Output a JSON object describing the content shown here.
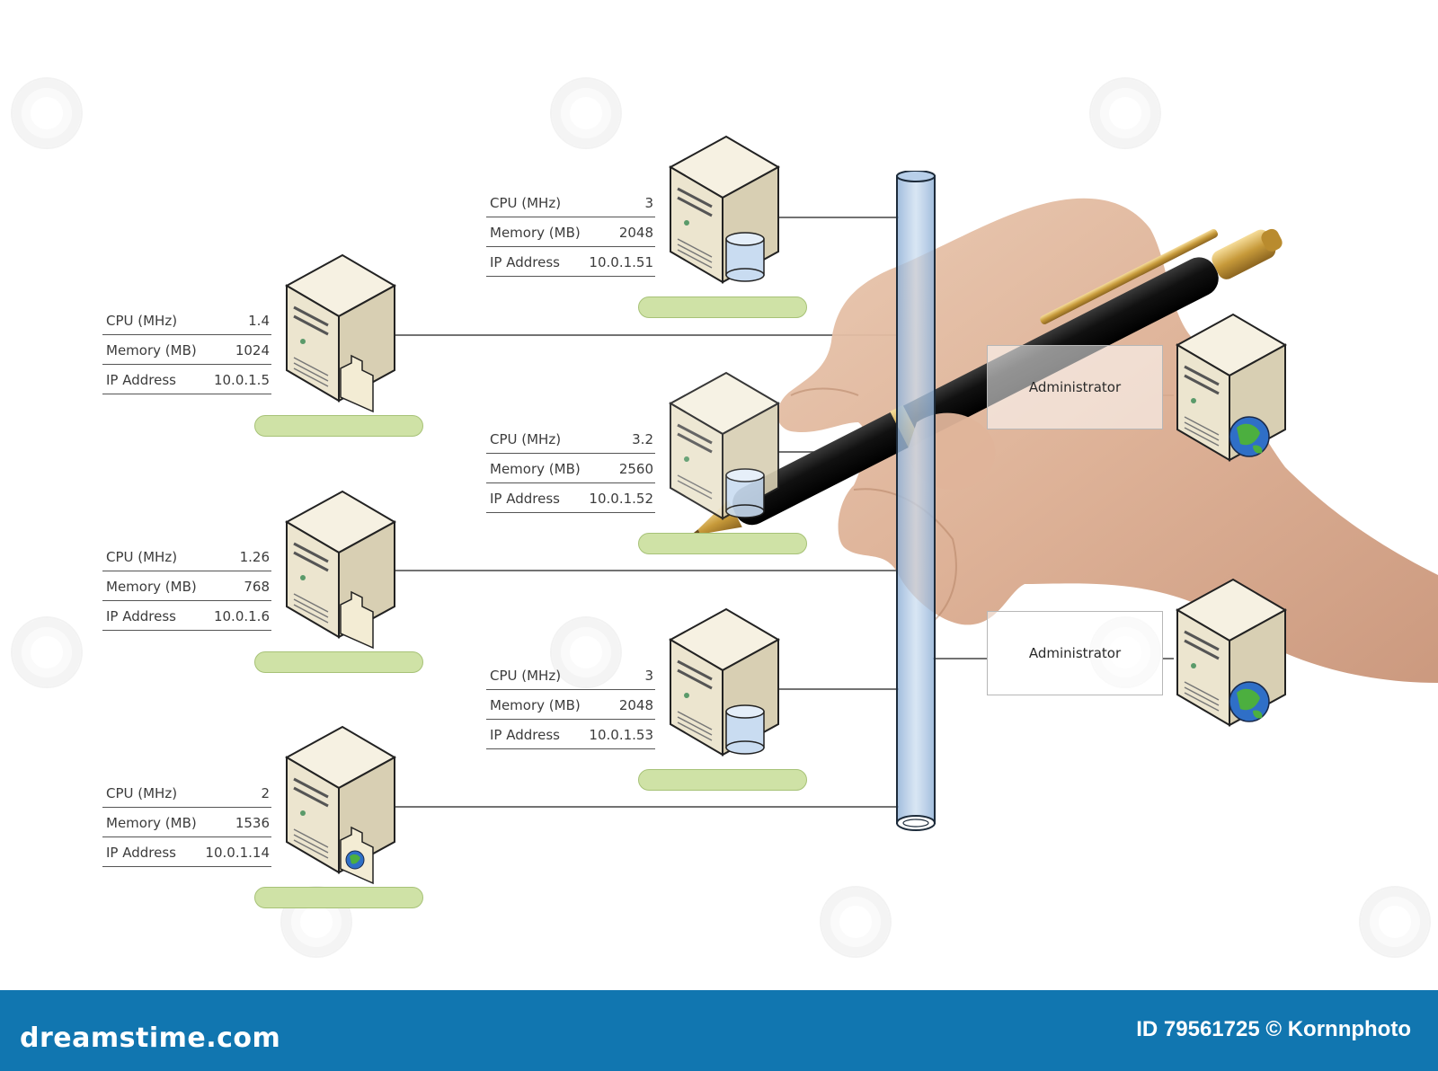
{
  "servers": [
    {
      "cpu_label": "CPU (MHz)",
      "cpu": "3",
      "mem_label": "Memory (MB)",
      "mem": "2048",
      "ip_label": "IP Address",
      "ip": "10.0.1.51",
      "role": "database"
    },
    {
      "cpu_label": "CPU (MHz)",
      "cpu": "1.4",
      "mem_label": "Memory (MB)",
      "mem": "1024",
      "ip_label": "IP Address",
      "ip": "10.0.1.5",
      "role": "file"
    },
    {
      "cpu_label": "CPU (MHz)",
      "cpu": "3.2",
      "mem_label": "Memory (MB)",
      "mem": "2560",
      "ip_label": "IP Address",
      "ip": "10.0.1.52",
      "role": "database"
    },
    {
      "cpu_label": "CPU (MHz)",
      "cpu": "1.26",
      "mem_label": "Memory (MB)",
      "mem": "768",
      "ip_label": "IP Address",
      "ip": "10.0.1.6",
      "role": "file"
    },
    {
      "cpu_label": "CPU (MHz)",
      "cpu": "3",
      "mem_label": "Memory (MB)",
      "mem": "2048",
      "ip_label": "IP Address",
      "ip": "10.0.1.53",
      "role": "database"
    },
    {
      "cpu_label": "CPU (MHz)",
      "cpu": "2",
      "mem_label": "Memory (MB)",
      "mem": "1536",
      "ip_label": "IP Address",
      "ip": "10.0.1.14",
      "role": "web-file"
    }
  ],
  "admins": [
    {
      "label": "Administrator",
      "role": "web"
    },
    {
      "label": "Administrator",
      "role": "web"
    }
  ],
  "footer": {
    "brand": "dreamstime.com",
    "credit": "ID 79561725 © Kornnphoto"
  },
  "colors": {
    "footer_bg": "#1176b0",
    "pill": "#cfe2a6",
    "bus": "#aec6e4",
    "server_body": "#ece5cf"
  }
}
